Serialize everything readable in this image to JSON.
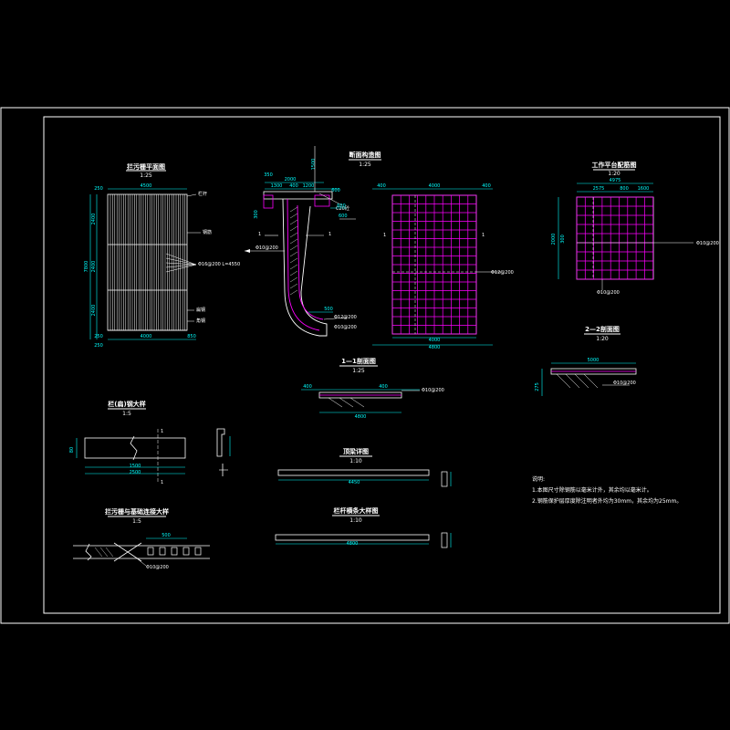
{
  "colors": {
    "background": "#000000",
    "frame": "#ffffff",
    "dim": "#00ffff",
    "rebar": "#ff00ff",
    "hatch": "#ffffff"
  },
  "views": {
    "screen_plan": {
      "title": "拦污栅平面图",
      "scale": "1:25",
      "dims": {
        "top": "4500",
        "bottom": "4000",
        "bottom2": "850",
        "left_total": "7800",
        "left_upper": "2400",
        "left_middle": "2400",
        "left_lower": "2400",
        "top_small": "250",
        "bottom_small": "250",
        "bottom_small2": "250"
      },
      "labels": {
        "l1": "栏杆",
        "l2": "钢筋",
        "l3": "Φ16@200 L=4550",
        "l4": "扁钢",
        "l5": "角钢"
      }
    },
    "section_detail": {
      "title": "断面构造图",
      "scale": "1:25",
      "dims": {
        "d1": "1500",
        "d2": "2000",
        "d3": "1300",
        "d4": "400",
        "d5": "1200",
        "d6": "600",
        "d7": "350",
        "d8": "300",
        "d9": "500",
        "d10": "600"
      },
      "labels": {
        "a": "Φ10@200",
        "b": "C20砼",
        "c": "Φ12@200",
        "d": "1"
      }
    },
    "rebar_plan": {
      "dims": {
        "top": "4000",
        "left": "400",
        "right": "400",
        "bottom": "4000",
        "bottom_total": "4800"
      },
      "label": "Φ12@200",
      "cut": "1"
    },
    "platform_rebar": {
      "title": "工作平台配筋图",
      "scale": "1:20",
      "dims": {
        "top": "4975",
        "t1": "2575",
        "t2": "800",
        "t3": "1600",
        "left": "2000",
        "left2": "300"
      },
      "labels": {
        "a": "Φ10@200",
        "b": "Φ10@200"
      }
    },
    "section_11": {
      "title": "1—1剖面图",
      "scale": "1:25",
      "dims": {
        "l": "400",
        "r": "400",
        "total": "4800"
      },
      "label": "Φ10@200"
    },
    "section_22": {
      "title": "2—2剖面图",
      "scale": "1:20",
      "dims": {
        "len": "5000",
        "h": "275"
      },
      "label": "Φ10@200"
    },
    "bar_detail": {
      "title": "栏(扁)钢大样",
      "scale": "1:5",
      "dims": {
        "h": "80",
        "a": "1500",
        "b": "2500"
      },
      "mark": "1"
    },
    "hinge_detail": {
      "title": "拦污栅与基础连接大样",
      "scale": "1:5",
      "dims": {
        "a": "500"
      },
      "label": "Φ10@200"
    },
    "beam1": {
      "title": "顶梁详图",
      "scale": "1:10",
      "dim": "4450"
    },
    "beam2": {
      "title": "栏杆横条大样图",
      "scale": "1:10",
      "dim": "4800"
    },
    "notes": {
      "head": "说明:",
      "n1": "1.本图尺寸除钢筋以毫米计外，其余均以毫米计。",
      "n2": "2.钢筋保护层厚度除注明者外均为30mm，其余均为25mm。"
    }
  }
}
